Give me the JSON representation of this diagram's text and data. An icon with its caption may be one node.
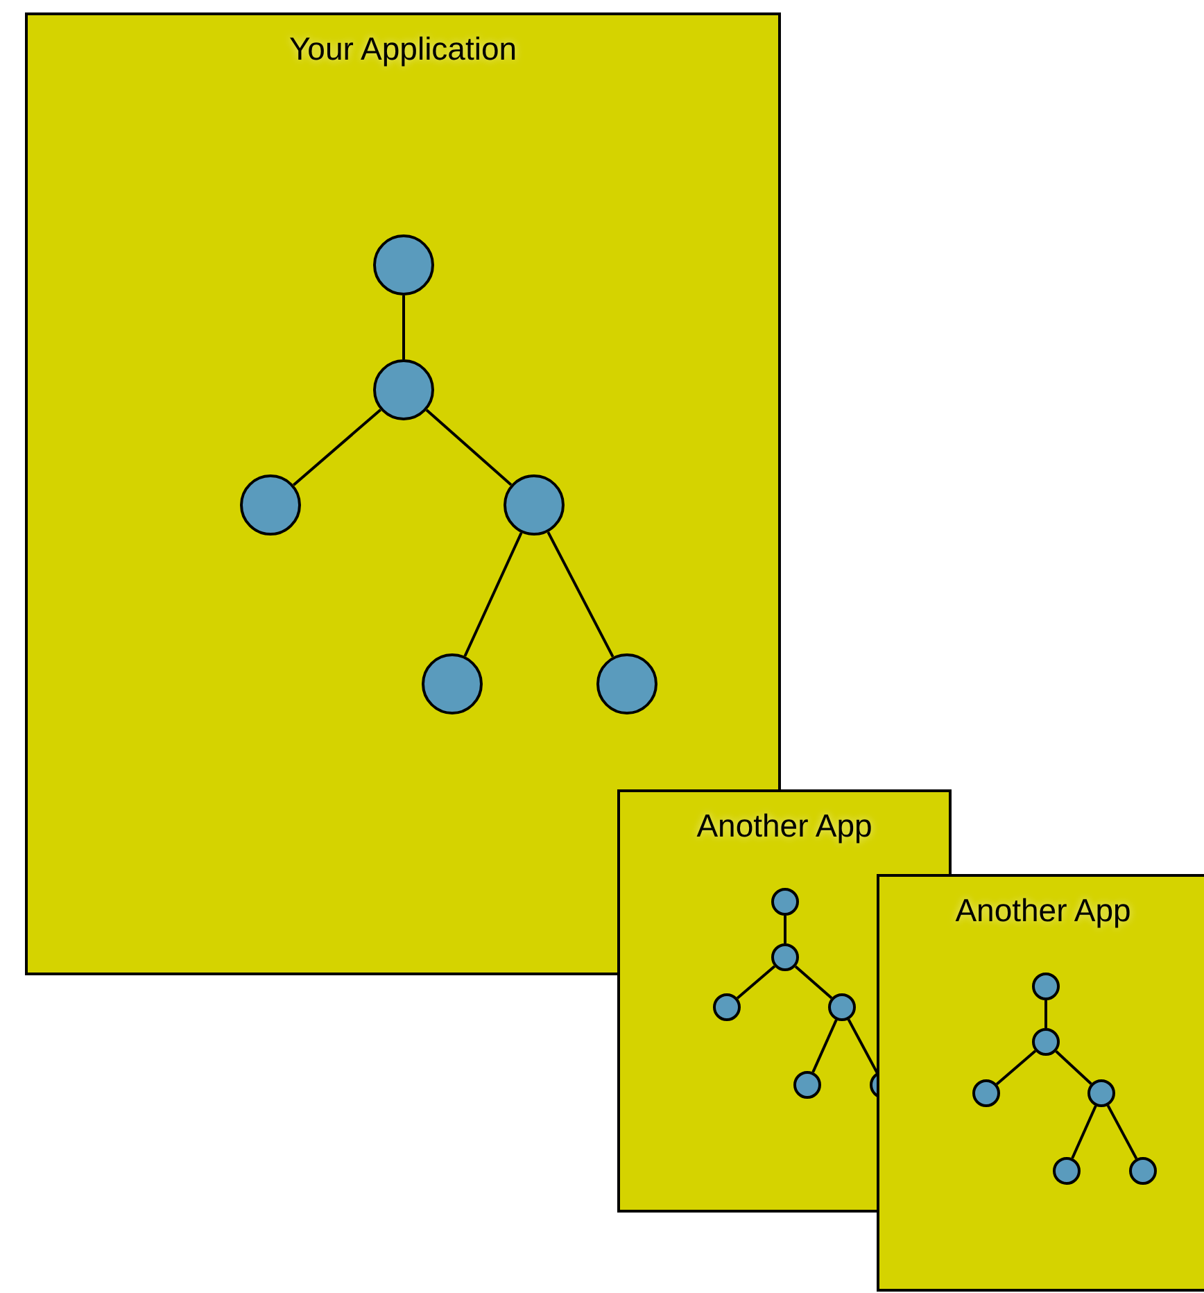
{
  "diagram": {
    "nodes": [
      {
        "text": [
          "Your Application"
        ]
      },
      {
        "text": [],
        "shape": "circle",
        "in": 0
      },
      {
        "text": [],
        "shape": "circle",
        "in": 0
      },
      {
        "text": [],
        "shape": "circle",
        "in": 0
      },
      {
        "text": [],
        "shape": "circle",
        "in": 0
      },
      {
        "text": [],
        "shape": "circle",
        "in": 0
      },
      {
        "text": [],
        "shape": "circle",
        "in": 0
      },
      {
        "text": [
          "Another App"
        ]
      },
      {
        "text": [],
        "shape": "circle",
        "in": 7
      },
      {
        "text": [],
        "shape": "circle",
        "in": 7
      },
      {
        "text": [],
        "shape": "circle",
        "in": 7
      },
      {
        "text": [],
        "shape": "circle",
        "in": 7
      },
      {
        "text": [],
        "shape": "circle",
        "in": 7
      },
      {
        "text": [],
        "shape": "circle",
        "in": 7
      },
      {
        "text": [
          "Another App"
        ]
      },
      {
        "text": [],
        "shape": "circle",
        "in": 14
      },
      {
        "text": [],
        "shape": "circle",
        "in": 14
      },
      {
        "text": [],
        "shape": "circle",
        "in": 14
      },
      {
        "text": [],
        "shape": "circle",
        "in": 14
      },
      {
        "text": [],
        "shape": "circle",
        "in": 14
      },
      {
        "text": [],
        "shape": "circle",
        "in": 14
      }
    ],
    "edges": [
      {
        "from": 1,
        "to": 2,
        "arrow": "none"
      },
      {
        "from": 2,
        "to": 3,
        "arrow": "none"
      },
      {
        "from": 2,
        "to": 4,
        "arrow": "none"
      },
      {
        "from": 4,
        "to": 5,
        "arrow": "none"
      },
      {
        "from": 4,
        "to": 6,
        "arrow": "none"
      },
      {
        "from": 8,
        "to": 9,
        "arrow": "none"
      },
      {
        "from": 9,
        "to": 10,
        "arrow": "none"
      },
      {
        "from": 9,
        "to": 11,
        "arrow": "none"
      },
      {
        "from": 11,
        "to": 12,
        "arrow": "none"
      },
      {
        "from": 11,
        "to": 13,
        "arrow": "none"
      },
      {
        "from": 15,
        "to": 16,
        "arrow": "none"
      },
      {
        "from": 16,
        "to": 17,
        "arrow": "none"
      },
      {
        "from": 16,
        "to": 18,
        "arrow": "none"
      },
      {
        "from": 18,
        "to": 19,
        "arrow": "none"
      },
      {
        "from": 18,
        "to": 20,
        "arrow": "none"
      }
    ]
  }
}
